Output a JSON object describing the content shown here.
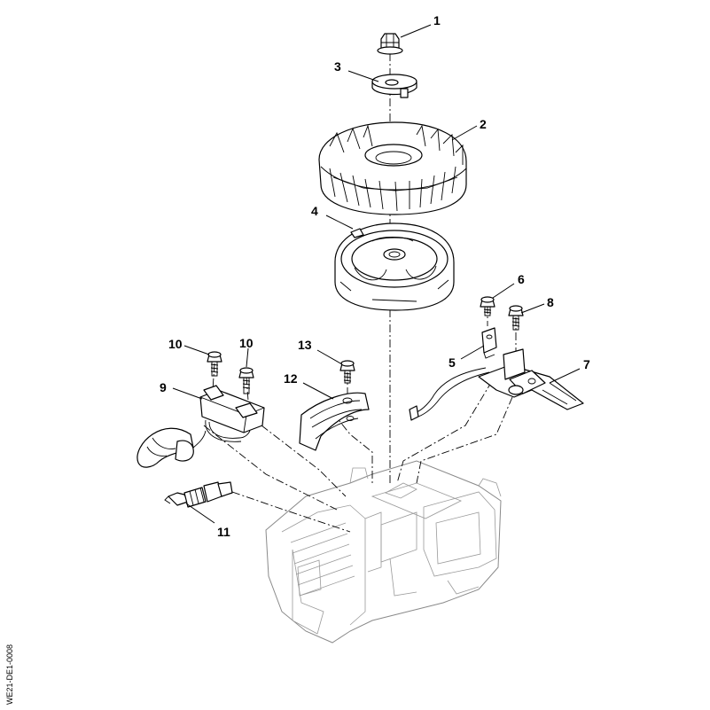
{
  "callouts": {
    "c1": "1",
    "c2": "2",
    "c3": "3",
    "c4": "4",
    "c5": "5",
    "c6": "6",
    "c7": "7",
    "c8": "8",
    "c9": "9",
    "c10a": "10",
    "c10b": "10",
    "c11": "11",
    "c12": "12",
    "c13": "13"
  },
  "drawing_code": "WE21-DE1-0008"
}
